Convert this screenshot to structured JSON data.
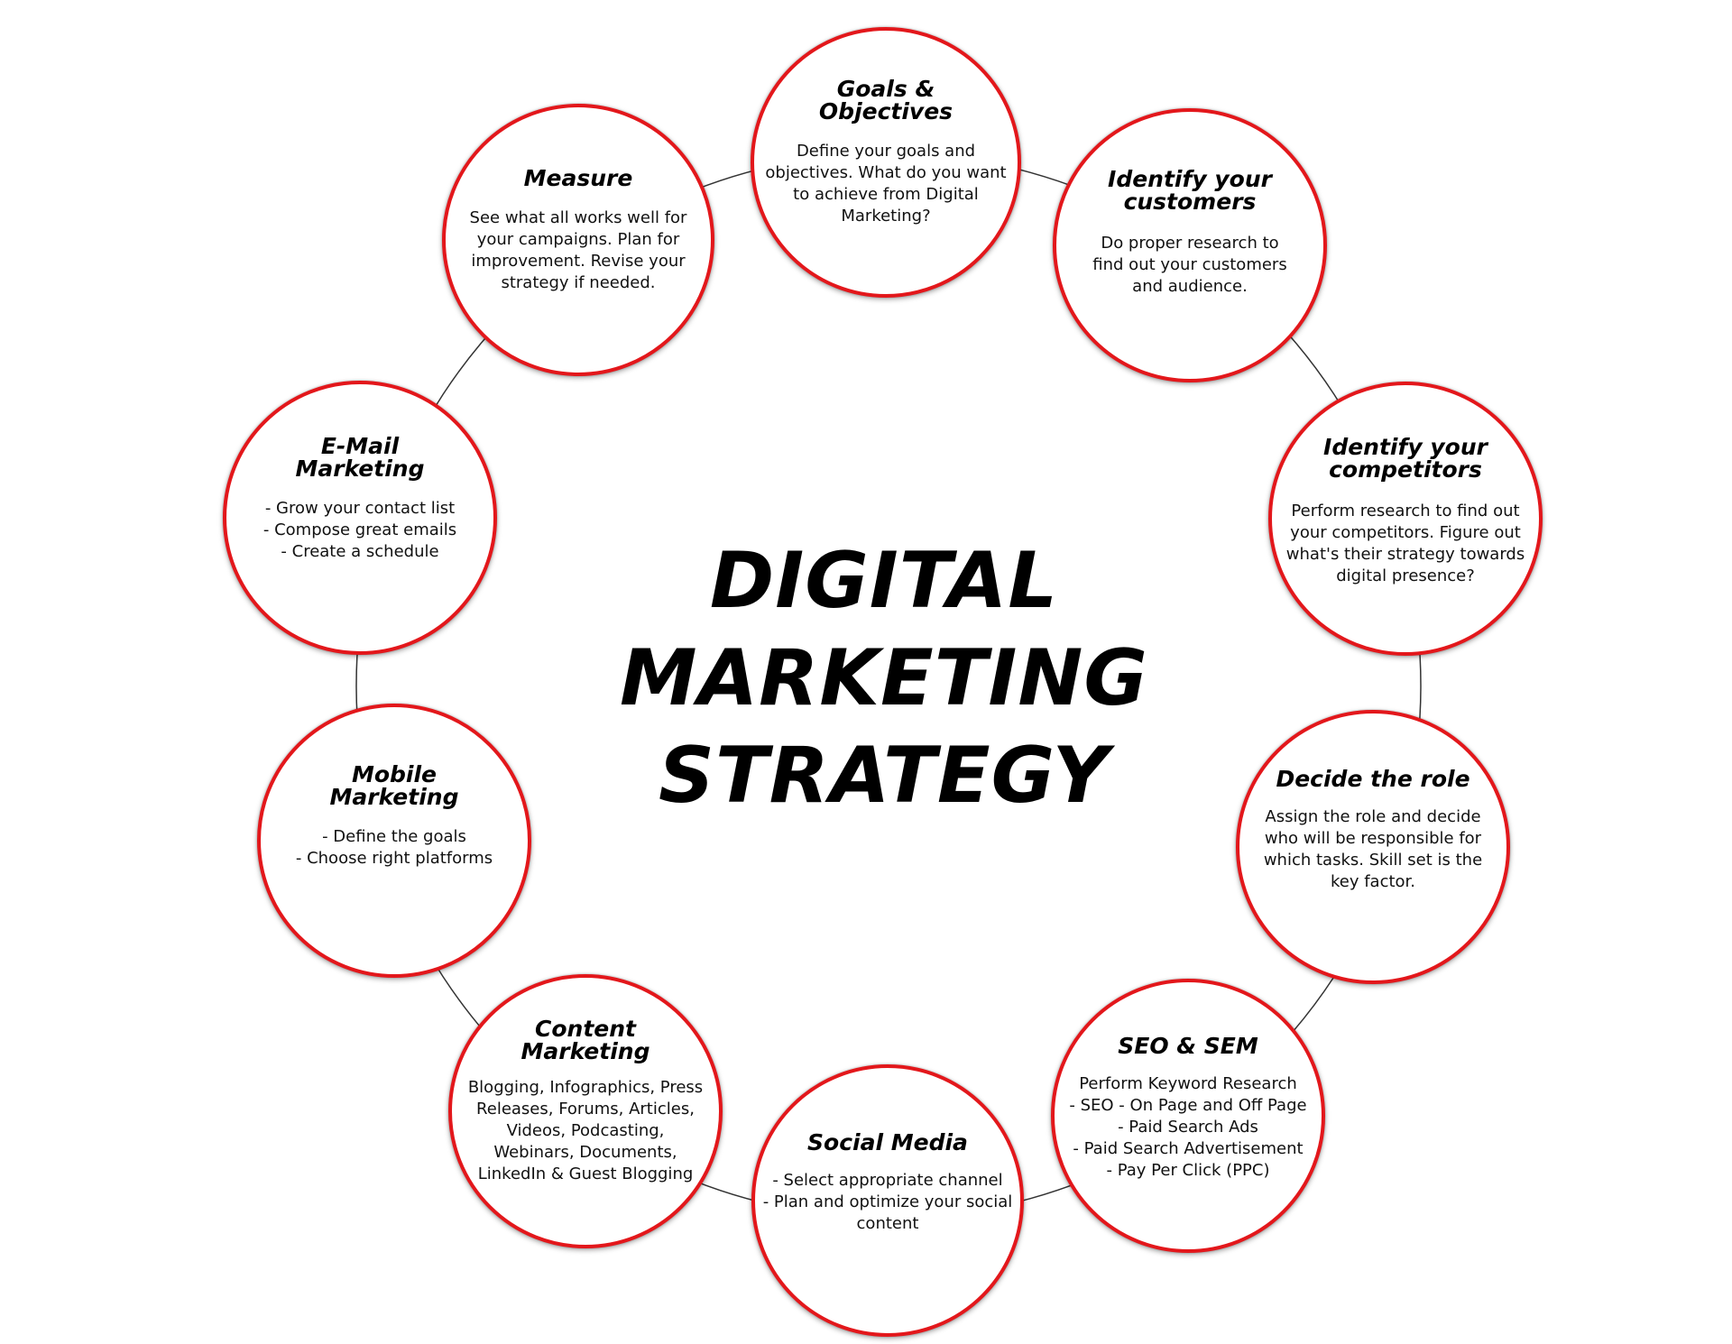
{
  "diagram": {
    "title_lines": [
      "DIGITAL",
      "MARKETING",
      "STRATEGY"
    ],
    "accent_color": "#e3171b",
    "connector_color": "#333333",
    "steps": [
      {
        "id": "goals",
        "title": "Goals &\nObjectives",
        "text": "Define your goals and\nobjectives. What do you want\nto achieve from Digital\nMarketing?"
      },
      {
        "id": "customers",
        "title": "Identify your\ncustomers",
        "text": "Do proper research to\nfind out your customers\nand audience."
      },
      {
        "id": "competitors",
        "title": "Identify your\ncompetitors",
        "text": "Perform research to find out\nyour competitors. Figure out\nwhat's their strategy towards\ndigital presence?"
      },
      {
        "id": "role",
        "title": "Decide the role",
        "text": "Assign the role and decide\nwho will be responsible for\nwhich tasks. Skill set is the\nkey factor."
      },
      {
        "id": "seo",
        "title": "SEO & SEM",
        "text": "Perform Keyword Research\n- SEO - On Page and Off Page\n- Paid Search Ads\n- Paid Search Advertisement\n- Pay Per Click (PPC)"
      },
      {
        "id": "social",
        "title": "Social Media",
        "text": "- Select appropriate channel\n- Plan and optimize your social\ncontent"
      },
      {
        "id": "content",
        "title": "Content\nMarketing",
        "text": "Blogging, Infographics, Press\nReleases, Forums, Articles,\nVideos, Podcasting,\nWebinars, Documents,\nLinkedIn & Guest Blogging"
      },
      {
        "id": "mobile",
        "title": "Mobile\nMarketing",
        "text": "- Define the goals\n- Choose right platforms"
      },
      {
        "id": "email",
        "title": "E-Mail\nMarketing",
        "text": "- Grow your contact list\n- Compose great emails\n- Create a schedule"
      },
      {
        "id": "measure",
        "title": "Measure",
        "text": "See what all works well for\nyour campaigns. Plan for\nimprovement. Revise your\nstrategy if needed."
      }
    ]
  }
}
